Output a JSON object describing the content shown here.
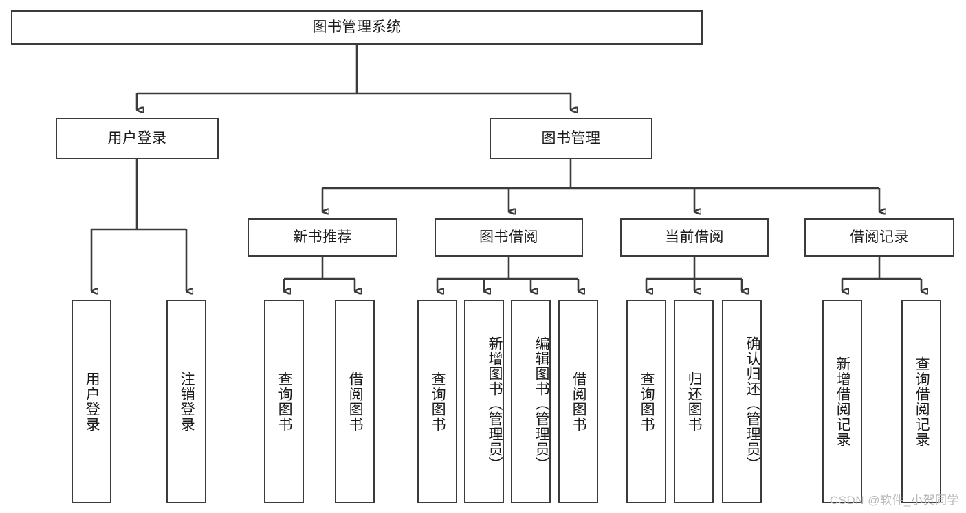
{
  "diagram": {
    "title": "图书管理系统",
    "type": "tree-hierarchy",
    "background_color": "#ffffff",
    "line_color": "#3b3b3b",
    "text_color": "#1a1a1a"
  },
  "nodes": {
    "root": {
      "label": "图书管理系统"
    },
    "level1": [
      {
        "key": "user_login",
        "label": "用户登录"
      },
      {
        "key": "book_manage",
        "label": "图书管理"
      }
    ],
    "level2": [
      {
        "key": "new_book_rec",
        "label": "新书推荐"
      },
      {
        "key": "book_borrow",
        "label": "图书借阅"
      },
      {
        "key": "current_borrow",
        "label": "当前借阅"
      },
      {
        "key": "borrow_record",
        "label": "借阅记录"
      }
    ],
    "leaves": {
      "user_login": [
        {
          "label": "用户登录"
        },
        {
          "label": "注销登录"
        }
      ],
      "new_book_rec": [
        {
          "label": "查询图书"
        },
        {
          "label": "借阅图书"
        }
      ],
      "book_borrow": [
        {
          "label": "查询图书"
        },
        {
          "label": "新增图书（管理员）"
        },
        {
          "label": "编辑图书（管理员）"
        },
        {
          "label": "借阅图书"
        }
      ],
      "current_borrow": [
        {
          "label": "查询图书"
        },
        {
          "label": "归还图书"
        },
        {
          "label": "确认归还（管理员）"
        }
      ],
      "borrow_record": [
        {
          "label": "新增借阅记录"
        },
        {
          "label": "查询借阅记录"
        }
      ]
    }
  },
  "watermark": {
    "text": "CSDN @软件_小贺同学"
  }
}
